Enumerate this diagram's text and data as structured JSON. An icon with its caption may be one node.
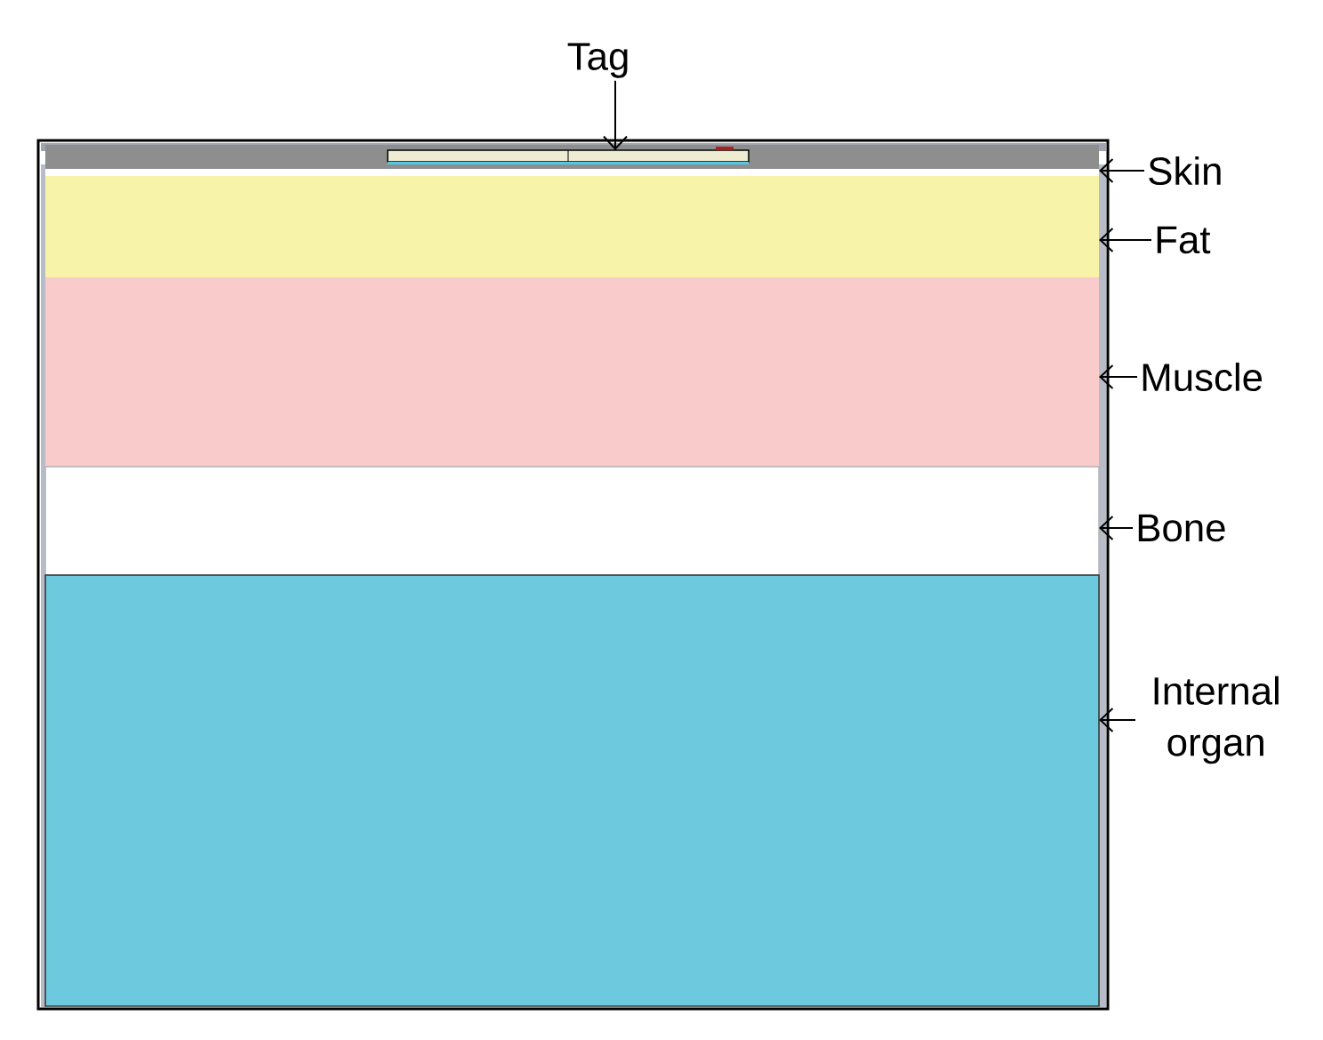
{
  "diagram": {
    "nodes": [
      {
        "text": [
          "Tag"
        ]
      },
      {
        "text": [],
        "shape": "bar",
        "in": 3
      },
      {
        "text": [
          "Skin"
        ]
      },
      {
        "text": [],
        "shape": "box"
      },
      {
        "text": [
          "Fat"
        ]
      },
      {
        "text": [],
        "shape": "box"
      },
      {
        "text": [
          "Muscle"
        ]
      },
      {
        "text": [],
        "shape": "box"
      },
      {
        "text": [
          "Bone"
        ]
      },
      {
        "text": [],
        "shape": "box"
      },
      {
        "text": [
          "Internal organ"
        ]
      },
      {
        "text": [],
        "shape": "box"
      }
    ],
    "edges": [
      {
        "from": 0,
        "to": 1,
        "arrow": "to"
      },
      {
        "from": 2,
        "to": 3,
        "arrow": "to"
      },
      {
        "from": 4,
        "to": 5,
        "arrow": "to"
      },
      {
        "from": 6,
        "to": 7,
        "arrow": "to"
      },
      {
        "from": 8,
        "to": 9,
        "arrow": "to"
      },
      {
        "from": 10,
        "to": 11,
        "arrow": "to"
      }
    ]
  }
}
